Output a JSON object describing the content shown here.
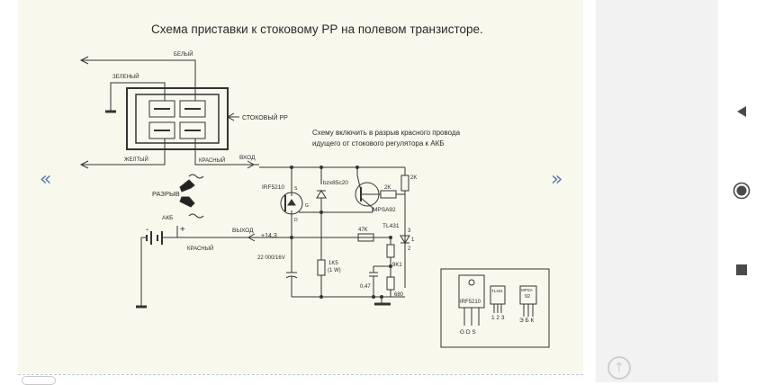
{
  "diagram": {
    "title": "Схема приставки к стоковому РР на полевом транзисторе.",
    "note_line1": "Схему включить в разрыв красного провода",
    "note_line2": "идущего от стокового регулятора к АКБ",
    "wires": {
      "white": "БЕЛЫЙ",
      "green": "ЗЕЛЕНЫЙ",
      "yellow": "ЖЕЛТЫЙ",
      "red_top": "КРАСНЫЙ",
      "red_bottom": "КРАСНЫЙ"
    },
    "labels": {
      "stock_rr": "СТОКОВЫЙ РР",
      "input": "ВХОД",
      "output": "ВЫХОД",
      "output_voltage": "+14,3",
      "break": "РАЗРЫВ",
      "battery": "АКБ",
      "minus": "-",
      "plus": "+"
    },
    "components": {
      "mosfet": "IRF5210",
      "zener": "bzx85c20",
      "pnp": "MPSA92",
      "tl431": "TL431",
      "r_2k_top": "2K",
      "r_2k_mid": "2K",
      "r_47k": "47K",
      "r_1k5": "1K5",
      "r_1k5_power": "(1 W)",
      "r_9k1": "9K1",
      "r_680": "680",
      "cap_main": "22 000/16V",
      "cap_small": "0,47",
      "pin_s": "S",
      "pin_g": "G",
      "pin_d": "D",
      "tl_pin3": "3",
      "tl_pin2": "2",
      "tl_pin1": "1"
    },
    "pinout": {
      "irf_name": "IRF5210",
      "irf_pins": "G D S",
      "tl_name": "TL431",
      "tl_pins": "1 2 3",
      "mpsa_name_top": "MPSA",
      "mpsa_name_bottom": "92",
      "mpsa_pins": "Э Б К"
    }
  },
  "nav": {
    "prev": "«",
    "next": "»"
  },
  "system_nav": {
    "back": "back",
    "home": "home",
    "recents": "recents"
  },
  "icons": [
    "chevron-left-icon",
    "chevron-right-icon",
    "back-triangle-icon",
    "home-circle-icon",
    "recents-square-icon",
    "arrow-up-icon"
  ],
  "colors": {
    "card": "#f9f8ec",
    "side_panel": "#f2f2f2",
    "nav_arrow": "#5b7fb3",
    "ink": "#2a2a2a"
  }
}
